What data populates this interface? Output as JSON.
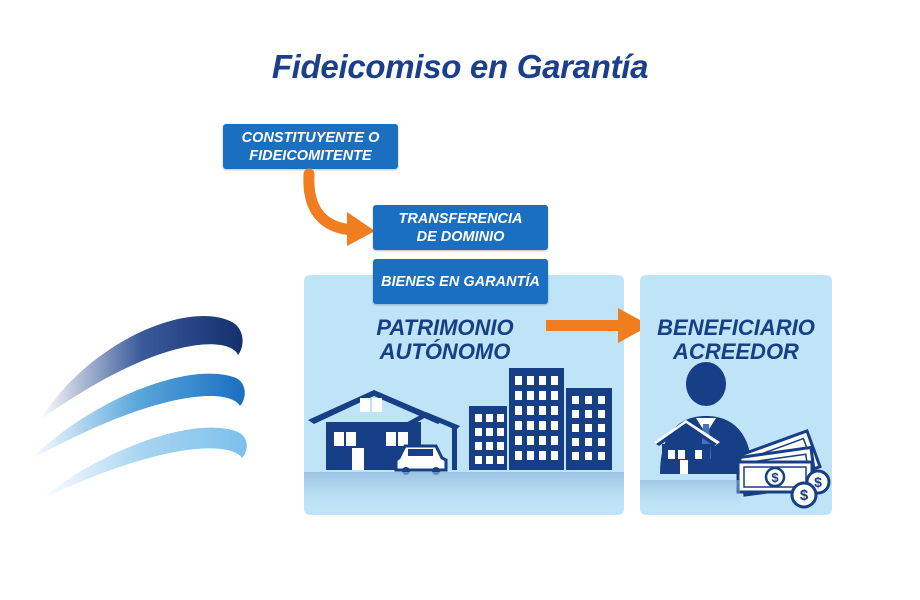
{
  "title": "Fideicomiso en Garantía",
  "boxes": {
    "constituyente": [
      "CONSTITUYENTE O",
      "FIDEICOMITENTE"
    ],
    "transferencia": [
      "TRANSFERENCIA",
      "DE DOMINIO"
    ],
    "bienes": [
      "BIENES EN GARANTÍA"
    ]
  },
  "panels": {
    "patrimonio": [
      "PATRIMONIO",
      "AUTÓNOMO"
    ],
    "beneficiario": [
      "BENEFICIARIO",
      "ACREEDOR"
    ]
  },
  "colors": {
    "navy": "#163f86",
    "box_blue": "#1a6fc0",
    "panel_bg": "#bfe4f7",
    "arrow_orange": "#f07d1f"
  },
  "icons": [
    "house-icon",
    "car-icon",
    "buildings-icon",
    "businessman-icon",
    "money-icon",
    "dollar-coin-icon",
    "swoosh-logo-icon"
  ]
}
